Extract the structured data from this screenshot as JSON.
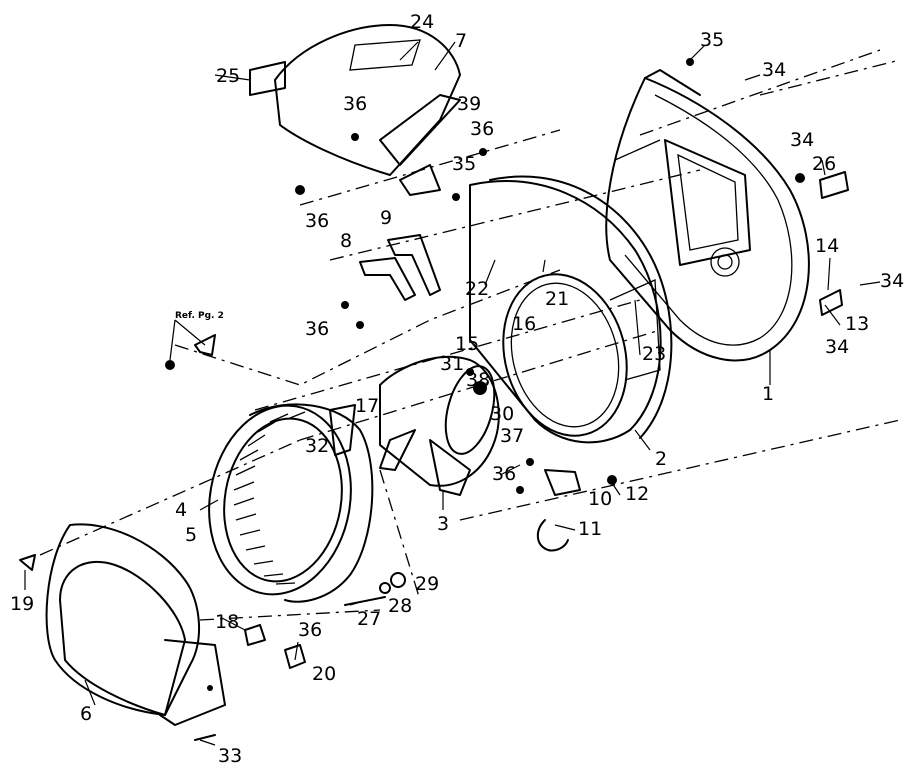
{
  "diagram": {
    "ref_note": "Ref. Pg. 2",
    "callouts": [
      "1",
      "2",
      "3",
      "4",
      "5",
      "6",
      "7",
      "8",
      "9",
      "10",
      "11",
      "12",
      "13",
      "14",
      "15",
      "16",
      "17",
      "18",
      "19",
      "20",
      "21",
      "22",
      "23",
      "24",
      "25",
      "26",
      "27",
      "28",
      "29",
      "30",
      "31",
      "32",
      "33",
      "34",
      "35",
      "36",
      "37",
      "38",
      "39"
    ],
    "labels": {
      "n1": "1",
      "n2": "2",
      "n3": "3",
      "n4": "4",
      "n5": "5",
      "n6": "6",
      "n7": "7",
      "n8": "8",
      "n9": "9",
      "n10": "10",
      "n11": "11",
      "n12": "12",
      "n13": "13",
      "n14": "14",
      "n15": "15",
      "n16": "16",
      "n17": "17",
      "n18": "18",
      "n19": "19",
      "n20": "20",
      "n21": "21",
      "n22": "22",
      "n23": "23",
      "n24": "24",
      "n25": "25",
      "n26": "26",
      "n27": "27",
      "n28": "28",
      "n29": "29",
      "n30": "30",
      "n31": "31",
      "n32": "32",
      "n33": "33",
      "n34": "34",
      "n35": "35",
      "n36": "36",
      "n37": "37",
      "n38": "38",
      "n39": "39"
    }
  }
}
